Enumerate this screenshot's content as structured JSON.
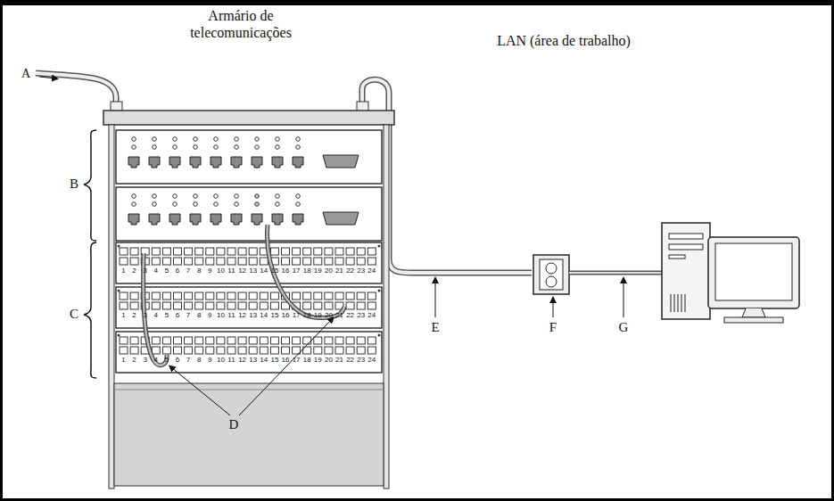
{
  "diagram": {
    "labels": [
      "Armário de",
      "telecomunicações",
      "LAN (área de trabalho)",
      "A",
      "B",
      "C",
      "1",
      "2",
      "3",
      "4",
      "5",
      "6",
      "7",
      "8",
      "9",
      "10",
      "11",
      "12",
      "13",
      "14",
      "15",
      "16",
      "17",
      "18",
      "19",
      "20",
      "21",
      "22",
      "23",
      "24",
      "1",
      "2",
      "3",
      "4",
      "5",
      "6",
      "7",
      "8",
      "9",
      "10",
      "11",
      "12",
      "13",
      "14",
      "15",
      "16",
      "17",
      "18",
      "19",
      "20",
      "21",
      "22",
      "23",
      "24",
      "1",
      "2",
      "3",
      "4",
      "5",
      "6",
      "7",
      "8",
      "9",
      "10",
      "11",
      "12",
      "13",
      "14",
      "15",
      "16",
      "17",
      "18",
      "19",
      "20",
      "21",
      "22",
      "23",
      "24",
      "D",
      "E",
      "F",
      "G"
    ]
  }
}
